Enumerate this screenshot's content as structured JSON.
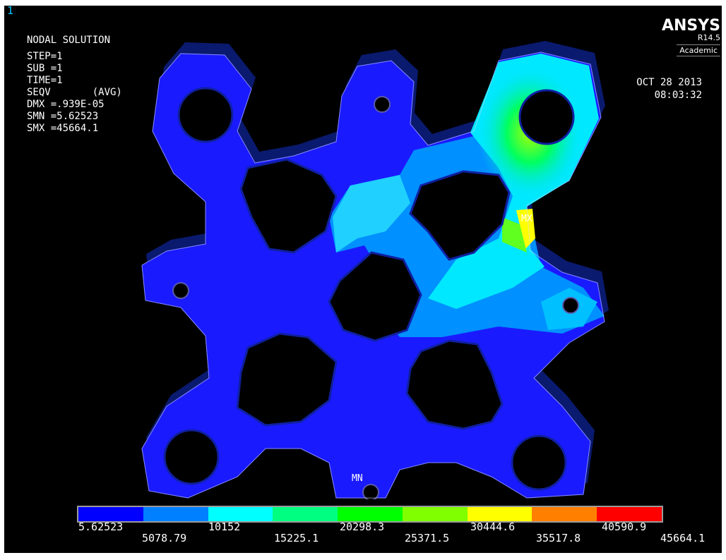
{
  "window_number": "1",
  "title": "NODAL SOLUTION",
  "info_lines": [
    "STEP=1",
    "SUB =1",
    "TIME=1",
    "SEQV       (AVG)",
    "DMX =.939E-05",
    "SMN =5.62523",
    "SMX =45664.1"
  ],
  "logo": {
    "brand": "ANSYS",
    "version": "R14.5",
    "edition": "Academic"
  },
  "date": "OCT 28 2013",
  "time": "08:03:32",
  "markers": {
    "max": "MX",
    "min": "MN"
  },
  "legend": {
    "colors": [
      "#0000ff",
      "#0080ff",
      "#00ffff",
      "#00ff80",
      "#00ff00",
      "#80ff00",
      "#ffff00",
      "#ff8000",
      "#ff0000"
    ],
    "labels_top": [
      "5.62523",
      "10152",
      "20298.3",
      "30444.6",
      "40590.9"
    ],
    "labels_bottom": [
      "5078.79",
      "15225.1",
      "25371.5",
      "35517.8",
      "45664.1"
    ]
  },
  "colors": {
    "background": "#000000",
    "part_base": "#1a1aff",
    "edge": "#0a1a7a"
  }
}
